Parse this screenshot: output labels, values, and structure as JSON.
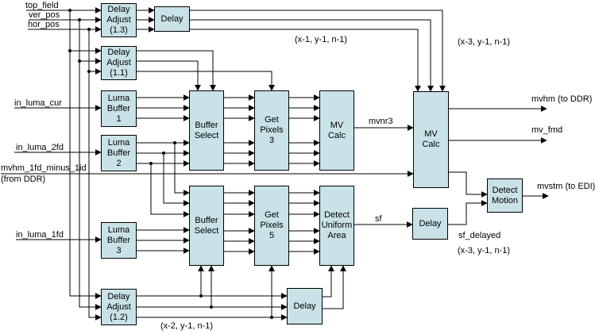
{
  "diagram": {
    "colors": {
      "box_fill": "#c8e2e8",
      "box_border": "#000000",
      "wire": "#000000",
      "background": "#ffffff"
    },
    "boxes": {
      "delay_adjust_13": {
        "label": "Delay\nAdjust\n(1.3)"
      },
      "delay_top": {
        "label": "Delay"
      },
      "delay_adjust_11": {
        "label": "Delay\nAdjust\n(1.1)"
      },
      "luma_buffer_1": {
        "label": "Luma\nBuffer\n1"
      },
      "luma_buffer_2": {
        "label": "Luma\nBuffer\n2"
      },
      "luma_buffer_3": {
        "label": "Luma\nBuffer\n3"
      },
      "delay_adjust_12": {
        "label": "Delay\nAdjust\n(1.2)"
      },
      "buffer_select_top": {
        "label": "Buffer\nSelect"
      },
      "get_pixels_3": {
        "label": "Get\nPixels\n3"
      },
      "mv_calc_left": {
        "label": "MV\nCalc"
      },
      "buffer_select_bottom": {
        "label": "Buffer\nSelect"
      },
      "get_pixels_5": {
        "label": "Get\nPixels\n5"
      },
      "detect_uniform_area": {
        "label": "Detect\nUniform\nArea"
      },
      "mv_calc_right": {
        "label": "MV\nCalc"
      },
      "delay_right": {
        "label": "Delay"
      },
      "detect_motion": {
        "label": "Detect\nMotion"
      },
      "delay_bottom": {
        "label": "Delay"
      }
    },
    "signals": {
      "top_field": "top_field",
      "ver_pos": "ver_pos",
      "hor_pos": "hor_pos",
      "in_luma_cur": "in_luma_cur",
      "in_luma_2fd": "in_luma_2fd",
      "mvhm_feedback": "mvhm_1fd_minus_1id",
      "mvhm_feedback_source": "(from DDR)",
      "in_luma_1fd": "in_luma_1fd",
      "mvnr3": "mvnr3",
      "sf": "sf",
      "sf_delayed": "sf_delayed",
      "mvhm_out": "mvhm (to DDR)",
      "mv_fmd": "mv_fmd",
      "mvstm_out": "mvstm (to EDI)"
    },
    "annotations": {
      "top_middle": "(x-1, y-1, n-1)",
      "top_right": "(x-3, y-1, n-1)",
      "bottom_right": "(x-3, y-1, n-1)",
      "bottom_middle": "(x-2, y-1, n-1)"
    }
  }
}
